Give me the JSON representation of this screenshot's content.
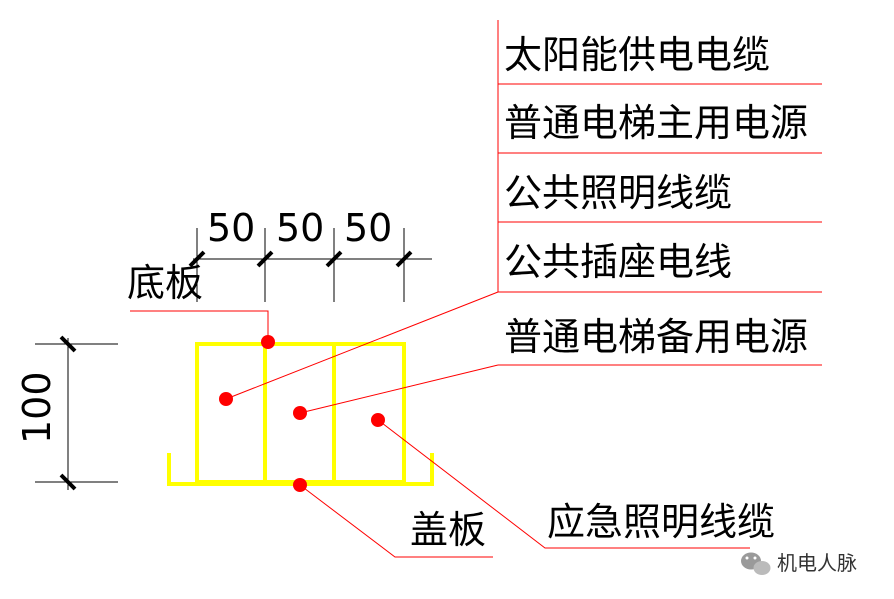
{
  "colors": {
    "tray": "#ffff00",
    "leader": "#ff0000",
    "dot": "#ff0000",
    "dimension": "#000000",
    "background": "#ffffff"
  },
  "labels": {
    "cable_list": [
      "太阳能供电电缆",
      "普通电梯主用电源",
      "公共照明线缆",
      "公共插座电线",
      "普通电梯备用电源"
    ],
    "bottom_plate": "底板",
    "cover_plate": "盖板",
    "emergency_lighting": "应急照明线缆"
  },
  "dimensions": {
    "widths": [
      "50",
      "50",
      "50"
    ],
    "height": "100"
  },
  "watermark": {
    "icon": "wechat-icon",
    "text": "机电人脉"
  }
}
